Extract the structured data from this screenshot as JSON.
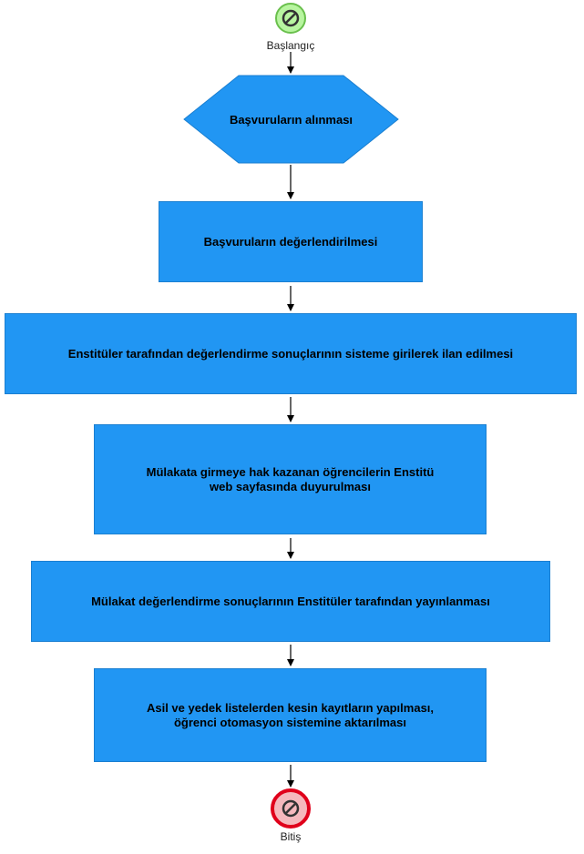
{
  "start_event": {
    "label": "Başlangıç"
  },
  "end_event": {
    "label": "Bitiş"
  },
  "steps": [
    {
      "label": "Başvuruların alınması",
      "shape": "hexagon"
    },
    {
      "label": "Başvuruların değerlendirilmesi",
      "shape": "rectangle"
    },
    {
      "label": "Enstitüler tarafından değerlendirme sonuçlarının sisteme girilerek ilan edilmesi",
      "shape": "rectangle"
    },
    {
      "label_lines": [
        "Mülakata girmeye hak kazanan öğrencilerin Enstitü",
        "web sayfasında duyurulması"
      ],
      "shape": "rectangle"
    },
    {
      "label": "Mülakat değerlendirme sonuçlarının Enstitüler tarafından yayınlanması",
      "shape": "rectangle"
    },
    {
      "label_lines": [
        "Asil ve yedek listelerden kesin kayıtların yapılması,",
        "öğrenci otomasyon sistemine aktarılması"
      ],
      "shape": "rectangle"
    }
  ],
  "colors": {
    "process_fill": "#2196f3",
    "start_fill": "#b8f5a0",
    "start_stroke": "#6ac04d",
    "end_fill": "#f5b8bd",
    "end_stroke": "#e0001b",
    "arrow": "#000000"
  },
  "icons": {
    "start": "no-entry-icon",
    "end": "no-entry-icon"
  }
}
